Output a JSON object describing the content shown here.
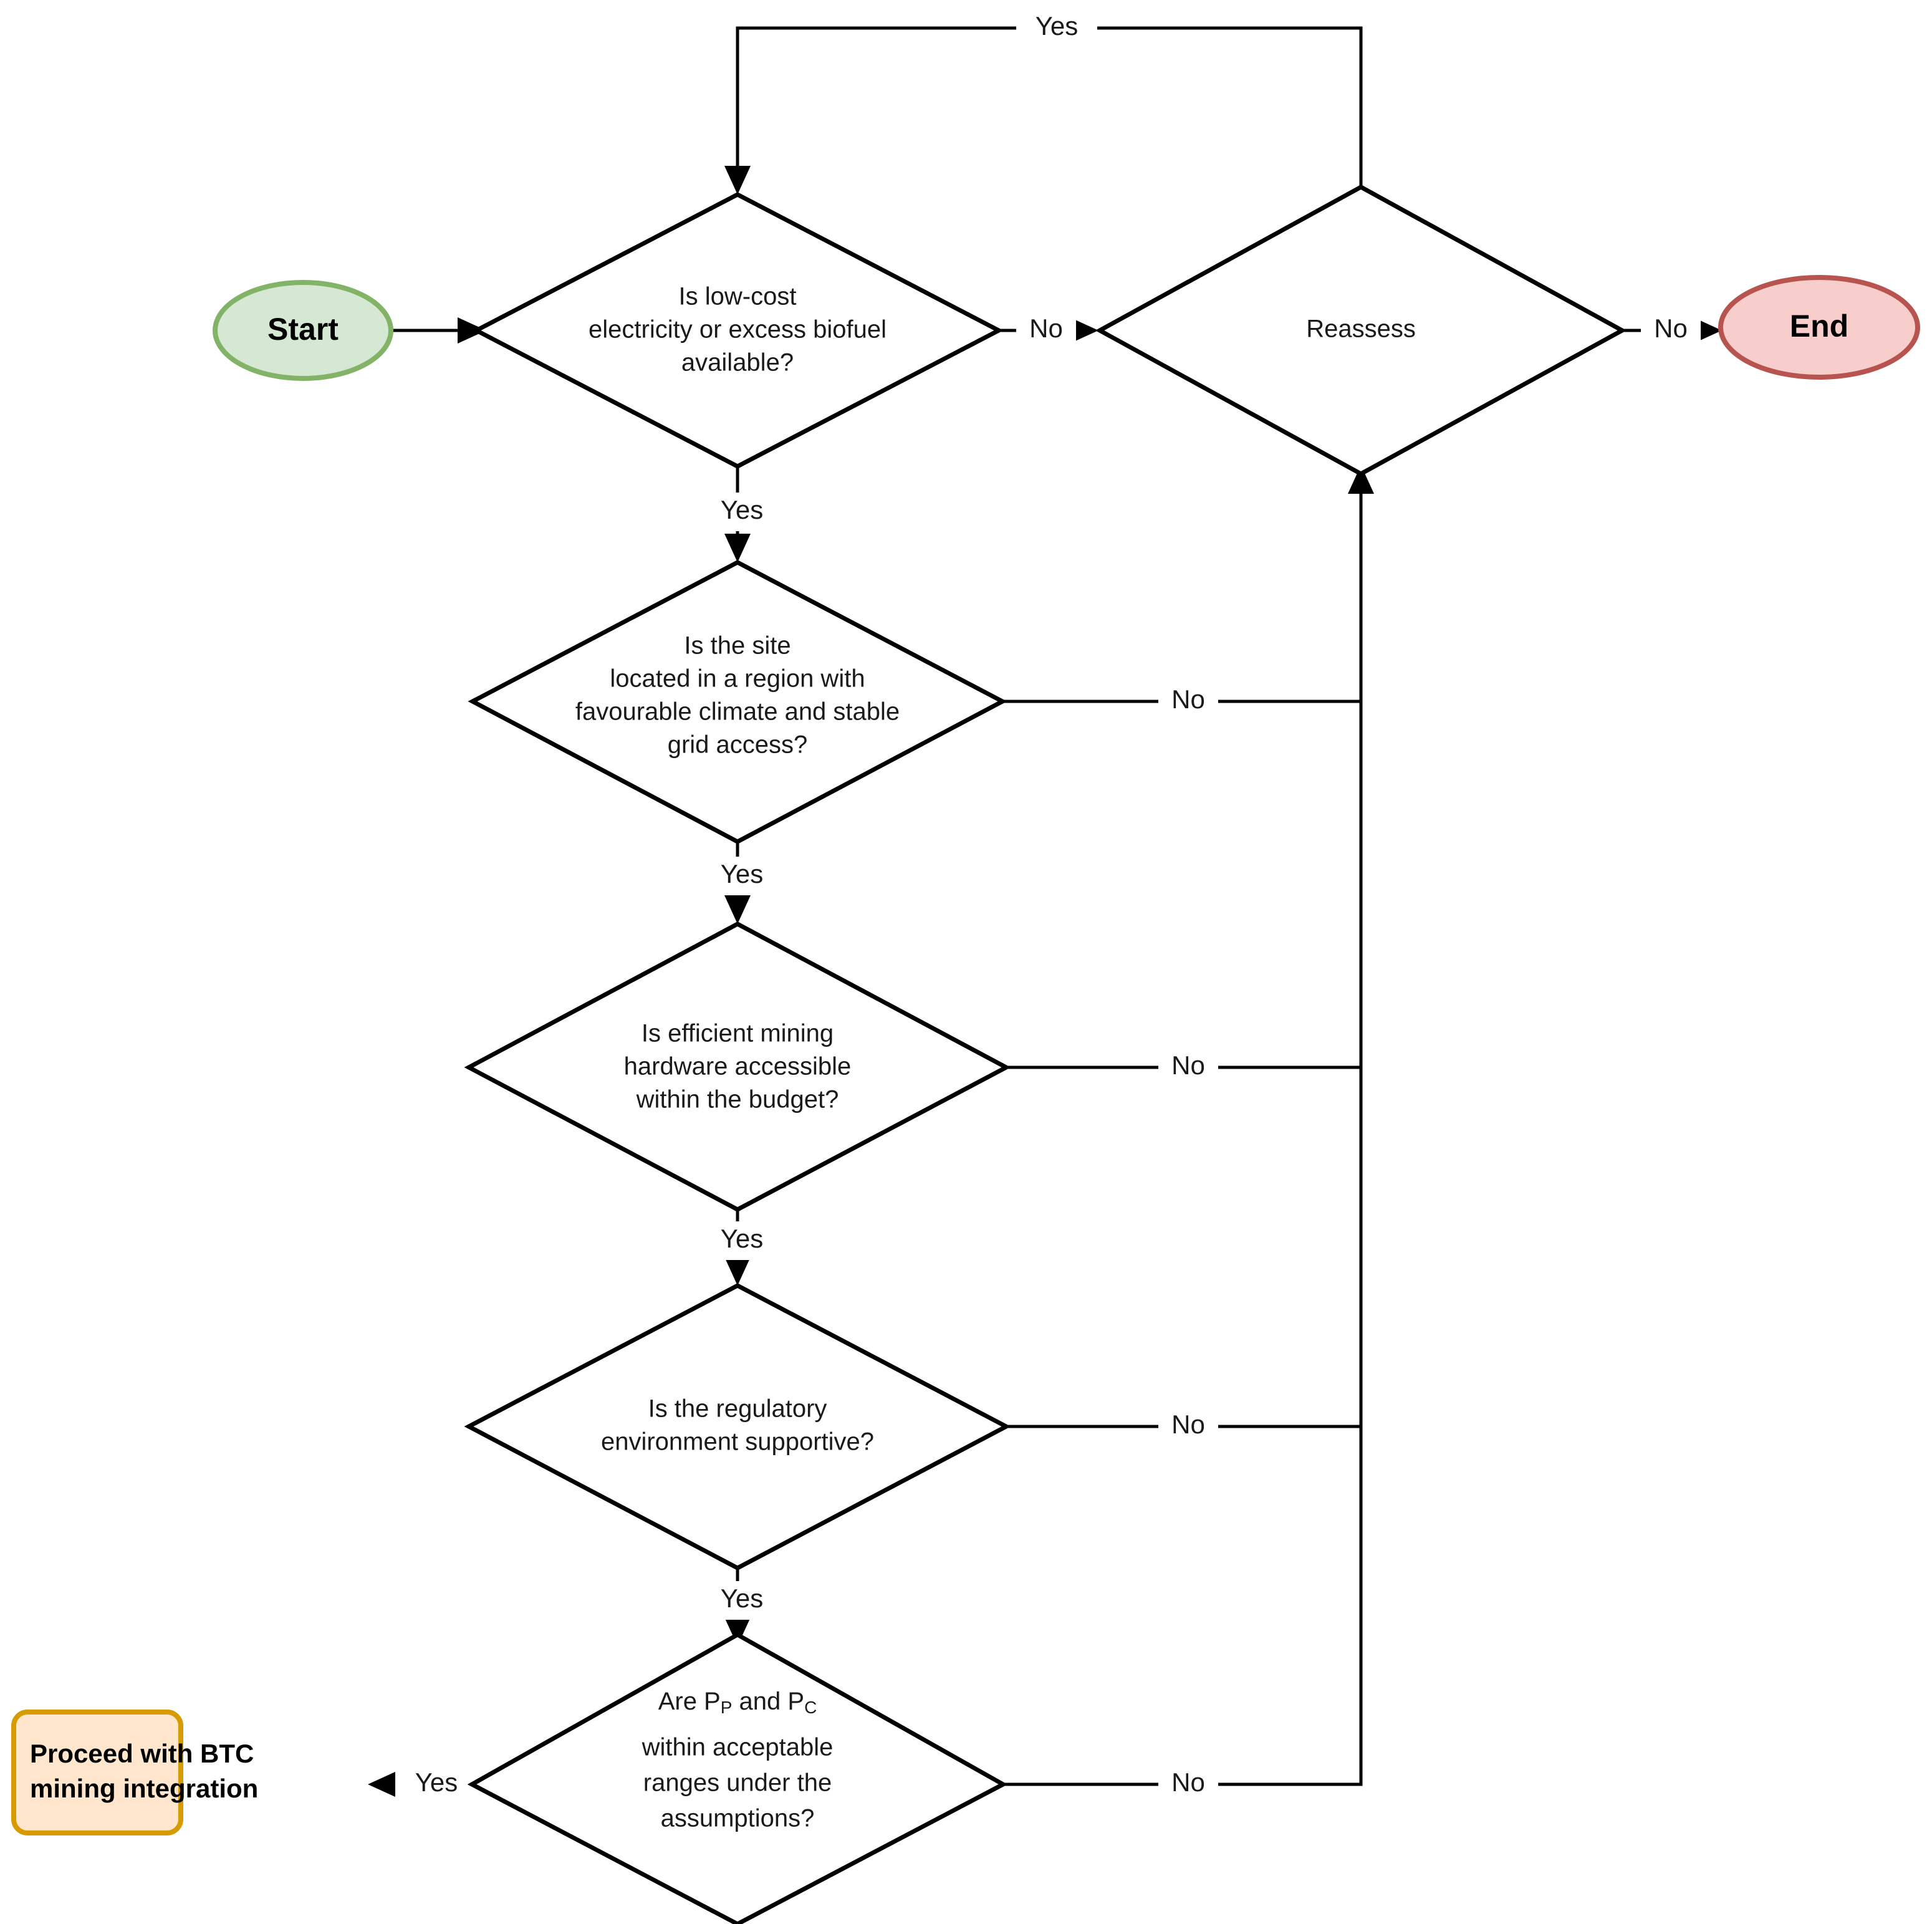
{
  "diagram": {
    "type": "flowchart",
    "title": "BTC mining integration decision flowchart",
    "colors": {
      "start_fill": "#d5e8d4",
      "start_stroke": "#82b366",
      "end_fill": "#f8cecc",
      "end_stroke": "#b85450",
      "process_fill": "#ffe6cc",
      "process_stroke": "#d79b00",
      "decision_fill": "#ffffff",
      "decision_stroke": "#000000",
      "edge_stroke": "#000000",
      "text": "#1a1a1a"
    }
  },
  "nodes": {
    "start": {
      "id": "start",
      "shape": "ellipse",
      "label": "Start"
    },
    "end": {
      "id": "end",
      "shape": "ellipse",
      "label": "End"
    },
    "reassess": {
      "id": "reassess",
      "shape": "diamond",
      "label": "Reassess"
    },
    "d1": {
      "id": "d1",
      "shape": "diamond",
      "lines": [
        "Is low-cost",
        "electricity or excess biofuel",
        "available?"
      ]
    },
    "d2": {
      "id": "d2",
      "shape": "diamond",
      "lines": [
        "Is the site",
        "located in a region with",
        "favourable climate and stable",
        "grid access?"
      ]
    },
    "d3": {
      "id": "d3",
      "shape": "diamond",
      "lines": [
        "Is efficient mining",
        "hardware accessible",
        "within the budget?"
      ]
    },
    "d4": {
      "id": "d4",
      "shape": "diamond",
      "lines": [
        "Is the regulatory",
        "environment supportive?"
      ]
    },
    "d5": {
      "id": "d5",
      "shape": "diamond",
      "line1_prefix": "Are P",
      "line1_sub1": "P",
      "line1_mid": " and P",
      "line1_sub2": "C",
      "lines_rest": [
        "within acceptable",
        "ranges under the",
        "assumptions?"
      ]
    },
    "proceed": {
      "id": "proceed",
      "shape": "rounded-rect",
      "lines": [
        "Proceed with BTC",
        "mining integration"
      ]
    }
  },
  "edges": [
    {
      "from": "start",
      "to": "d1",
      "label": ""
    },
    {
      "from": "reassess",
      "to": "d1",
      "label": "Yes"
    },
    {
      "from": "d1",
      "to": "reassess",
      "label": "No"
    },
    {
      "from": "reassess",
      "to": "end",
      "label": "No"
    },
    {
      "from": "d1",
      "to": "d2",
      "label": "Yes"
    },
    {
      "from": "d2",
      "to": "reassess",
      "label": "No"
    },
    {
      "from": "d2",
      "to": "d3",
      "label": "Yes"
    },
    {
      "from": "d3",
      "to": "reassess",
      "label": "No"
    },
    {
      "from": "d3",
      "to": "d4",
      "label": "Yes"
    },
    {
      "from": "d4",
      "to": "reassess",
      "label": "No"
    },
    {
      "from": "d4",
      "to": "d5",
      "label": "Yes"
    },
    {
      "from": "d5",
      "to": "reassess",
      "label": "No"
    },
    {
      "from": "d5",
      "to": "proceed",
      "label": "Yes"
    }
  ],
  "edge_labels": {
    "loop_yes": "Yes",
    "d1_no": "No",
    "reassess_no": "No",
    "d1_yes": "Yes",
    "d2_no": "No",
    "d2_yes": "Yes",
    "d3_no": "No",
    "d3_yes": "Yes",
    "d4_no": "No",
    "d4_yes": "Yes",
    "d5_no": "No",
    "d5_yes": "Yes"
  }
}
